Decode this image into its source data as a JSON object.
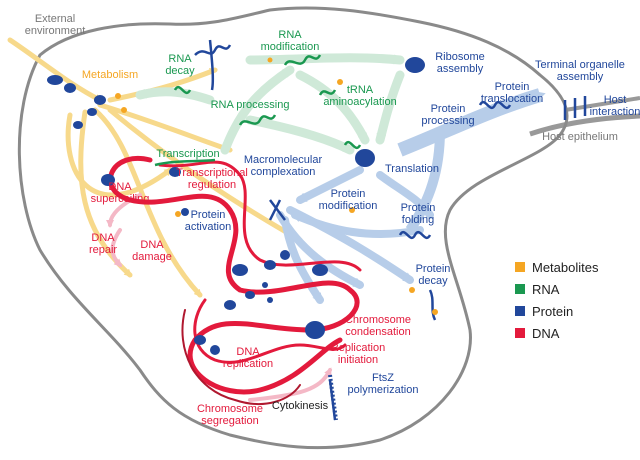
{
  "colors": {
    "metabolite": "#f5a623",
    "rna": "#1a9850",
    "protein": "#21479b",
    "dna": "#e31a3c",
    "gray": "#777777",
    "yellow_arrow": "#f7d98b",
    "green_arrow": "#cfe9d8",
    "blue_arrow": "#b7cde9",
    "pink_arrow": "#f4b8c6"
  },
  "labels": {
    "external_environment": "External\nenvironment",
    "metabolism": "Metabolism",
    "rna_decay": "RNA\ndecay",
    "rna_modification": "RNA\nmodification",
    "ribosome_assembly": "Ribosome\nassembly",
    "trna_aminoacylation": "tRNA\naminoacylation",
    "rna_processing": "RNA processing",
    "protein_processing": "Protein\nprocessing",
    "protein_translocation": "Protein\ntranslocation",
    "terminal_organelle_assembly": "Terminal organelle\nassembly",
    "host_interaction": "Host\ninteraction",
    "host_epithelium": "Host epithelium",
    "transcription": "Transcription",
    "translation": "Translation",
    "macromolecular_complexation": "Macromolecular\ncomplexation",
    "dna_supercoiling": "DNA\nsupercoiling",
    "transcriptional_regulation": "Transcriptional\nregulation",
    "protein_activation": "Protein\nactivation",
    "protein_modification": "Protein\nmodification",
    "protein_folding": "Protein\nfolding",
    "dna_repair": "DNA\nrepair",
    "dna_damage": "DNA\ndamage",
    "protein_decay": "Protein\ndecay",
    "chromosome_condensation": "Chromosome\ncondensation",
    "dna_replication": "DNA\nreplication",
    "replication_initiation": "Replication\ninitiation",
    "chromosome_segregation": "Chromosome\nsegregation",
    "cytokinesis": "Cytokinesis",
    "ftsz_polymerization": "FtsZ\npolymerization"
  },
  "legend": [
    {
      "label": "Metabolites",
      "color": "#f5a623"
    },
    {
      "label": "RNA",
      "color": "#1a9850"
    },
    {
      "label": "Protein",
      "color": "#21479b"
    },
    {
      "label": "DNA",
      "color": "#e31a3c"
    }
  ]
}
